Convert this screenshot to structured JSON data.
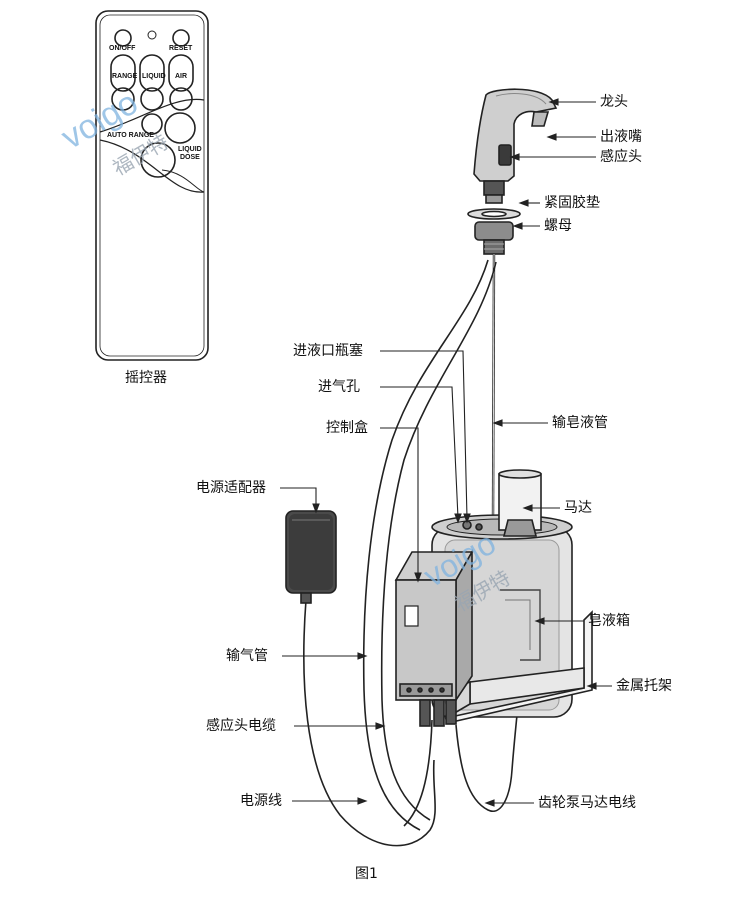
{
  "remote": {
    "caption": "摇控器",
    "buttons": {
      "on_off": "ON/OFF",
      "reset": "RESET",
      "range": "RANGE",
      "liquid": "LIQUID",
      "air": "AIR",
      "auto_range": "AUTO RANGE",
      "liquid_dose_1": "LIQUID",
      "liquid_dose_2": "DOSE"
    }
  },
  "labels": {
    "faucet": "龙头",
    "spout": "出液嘴",
    "sensor": "感应头",
    "gasket": "紧固胶垫",
    "nut": "螺母",
    "bottle_stopper": "进液口瓶塞",
    "air_inlet": "进气孔",
    "control_box": "控制盒",
    "soap_tube": "输皂液管",
    "power_adapter": "电源适配器",
    "motor": "马达",
    "soap_tank": "皂液箱",
    "air_tube": "输气管",
    "metal_bracket": "金属托架",
    "sensor_cable": "感应头电缆",
    "power_cord": "电源线",
    "pump_motor_wire": "齿轮泵马达电线"
  },
  "watermark": {
    "latin": "voigo",
    "chinese": "福伊特"
  },
  "figure_caption": "图1"
}
